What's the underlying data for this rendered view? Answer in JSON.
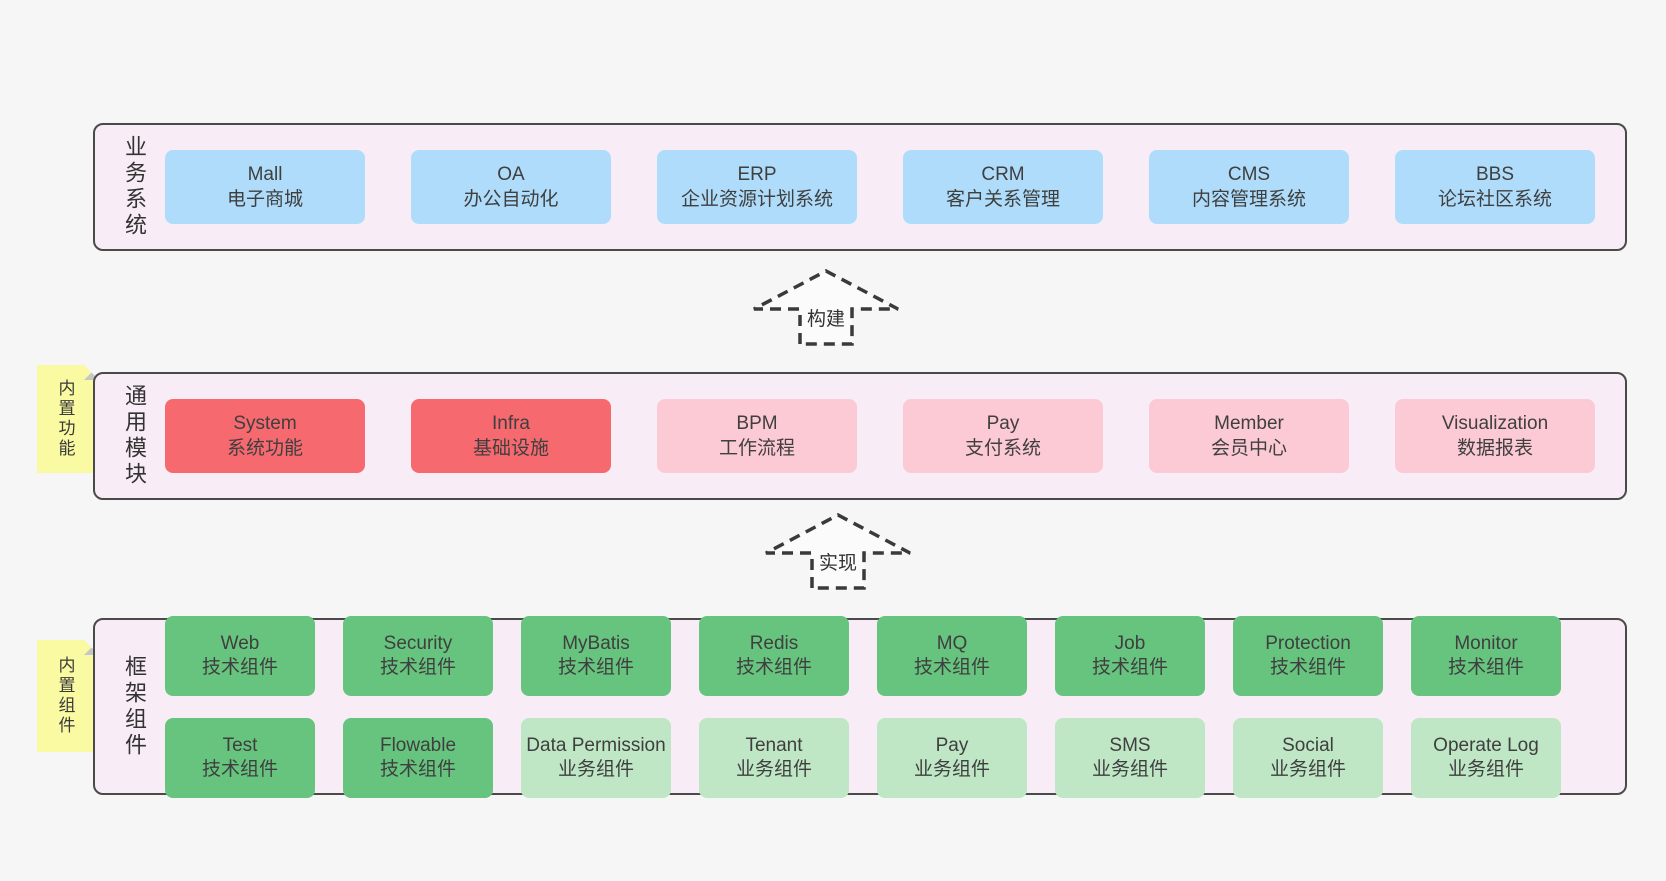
{
  "colors": {
    "page-bg": "#f6f6f6",
    "container-bg": "#f8edf6",
    "container-border": "#4a4a4a",
    "blue": "#aedcfa",
    "red": "#f5696f",
    "pink": "#fccad4",
    "green": "#67c47e",
    "green-light": "#bfe7c5",
    "sticky-yellow": "#fafaa2",
    "sticky-fold": "#c6c6c6",
    "text-dark": "#3f3f3f",
    "label-color": "#333333"
  },
  "layers": [
    {
      "label": "业务系统",
      "sticky": null,
      "boxes": [
        {
          "name": "Mall",
          "desc": "电子商城",
          "variant": "blue"
        },
        {
          "name": "OA",
          "desc": "办公自动化",
          "variant": "blue"
        },
        {
          "name": "ERP",
          "desc": "企业资源计划系统",
          "variant": "blue"
        },
        {
          "name": "CRM",
          "desc": "客户关系管理",
          "variant": "blue"
        },
        {
          "name": "CMS",
          "desc": "内容管理系统",
          "variant": "blue"
        },
        {
          "name": "BBS",
          "desc": "论坛社区系统",
          "variant": "blue"
        }
      ]
    },
    {
      "label": "通用模块",
      "sticky": "内置功能",
      "boxes": [
        {
          "name": "System",
          "desc": "系统功能",
          "variant": "red"
        },
        {
          "name": "Infra",
          "desc": "基础设施",
          "variant": "red"
        },
        {
          "name": "BPM",
          "desc": "工作流程",
          "variant": "pink"
        },
        {
          "name": "Pay",
          "desc": "支付系统",
          "variant": "pink"
        },
        {
          "name": "Member",
          "desc": "会员中心",
          "variant": "pink"
        },
        {
          "name": "Visualization",
          "desc": "数据报表",
          "variant": "pink"
        }
      ]
    },
    {
      "label": "框架组件",
      "sticky": "内置组件",
      "boxes": [
        {
          "name": "Web",
          "desc": "技术组件",
          "variant": "green"
        },
        {
          "name": "Security",
          "desc": "技术组件",
          "variant": "green"
        },
        {
          "name": "MyBatis",
          "desc": "技术组件",
          "variant": "green"
        },
        {
          "name": "Redis",
          "desc": "技术组件",
          "variant": "green"
        },
        {
          "name": "MQ",
          "desc": "技术组件",
          "variant": "green"
        },
        {
          "name": "Job",
          "desc": "技术组件",
          "variant": "green"
        },
        {
          "name": "Protection",
          "desc": "技术组件",
          "variant": "green"
        },
        {
          "name": "Monitor",
          "desc": "技术组件",
          "variant": "green"
        },
        {
          "name": "Test",
          "desc": "技术组件",
          "variant": "green"
        },
        {
          "name": "Flowable",
          "desc": "技术组件",
          "variant": "green"
        },
        {
          "name": "Data Permission",
          "desc": "业务组件",
          "variant": "green-light"
        },
        {
          "name": "Tenant",
          "desc": "业务组件",
          "variant": "green-light"
        },
        {
          "name": "Pay",
          "desc": "业务组件",
          "variant": "green-light"
        },
        {
          "name": "SMS",
          "desc": "业务组件",
          "variant": "green-light"
        },
        {
          "name": "Social",
          "desc": "业务组件",
          "variant": "green-light"
        },
        {
          "name": "Operate Log",
          "desc": "业务组件",
          "variant": "green-light"
        }
      ]
    }
  ],
  "arrows": [
    {
      "label": "构建"
    },
    {
      "label": "实现"
    }
  ]
}
